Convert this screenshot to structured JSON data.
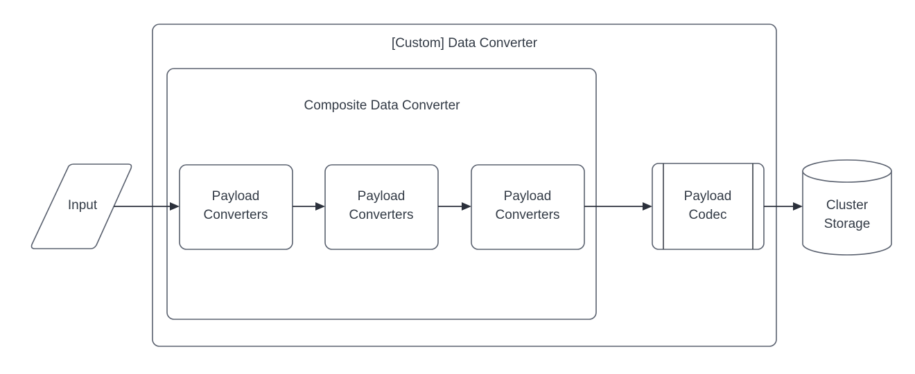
{
  "diagram": {
    "title": "[Custom] Data Converter",
    "type": "flowchart",
    "colors": {
      "stroke": "#59606e",
      "connector": "#2b303b",
      "text": "#323a45",
      "fill": "#ffffff",
      "background": "#ffffff"
    },
    "containers": [
      {
        "id": "custom-data-converter",
        "label": "[Custom] Data Converter",
        "shape": "rounded-rectangle"
      },
      {
        "id": "composite-data-converter",
        "label": "Composite Data Converter",
        "shape": "rounded-rectangle"
      }
    ],
    "nodes": [
      {
        "id": "input",
        "label": "Input",
        "shape": "parallelogram"
      },
      {
        "id": "payload-converters-1",
        "label_line1": "Payload",
        "label_line2": "Converters",
        "shape": "rounded-rectangle"
      },
      {
        "id": "payload-converters-2",
        "label_line1": "Payload",
        "label_line2": "Converters",
        "shape": "rounded-rectangle"
      },
      {
        "id": "payload-converters-3",
        "label_line1": "Payload",
        "label_line2": "Converters",
        "shape": "rounded-rectangle"
      },
      {
        "id": "payload-codec",
        "label_line1": "Payload",
        "label_line2": "Codec",
        "shape": "process-subroutine"
      },
      {
        "id": "cluster-storage",
        "label_line1": "Cluster",
        "label_line2": "Storage",
        "shape": "cylinder"
      }
    ],
    "edges": [
      {
        "id": "input-to-pc1",
        "from": "input",
        "to": "payload-converters-1",
        "arrow": "single"
      },
      {
        "id": "pc1-to-pc2",
        "from": "payload-converters-1",
        "to": "payload-converters-2",
        "arrow": "single"
      },
      {
        "id": "pc2-to-pc3",
        "from": "payload-converters-2",
        "to": "payload-converters-3",
        "arrow": "single"
      },
      {
        "id": "pc3-to-codec",
        "from": "payload-converters-3",
        "to": "payload-codec",
        "arrow": "single"
      },
      {
        "id": "codec-to-storage",
        "from": "payload-codec",
        "to": "cluster-storage",
        "arrow": "single"
      }
    ]
  }
}
